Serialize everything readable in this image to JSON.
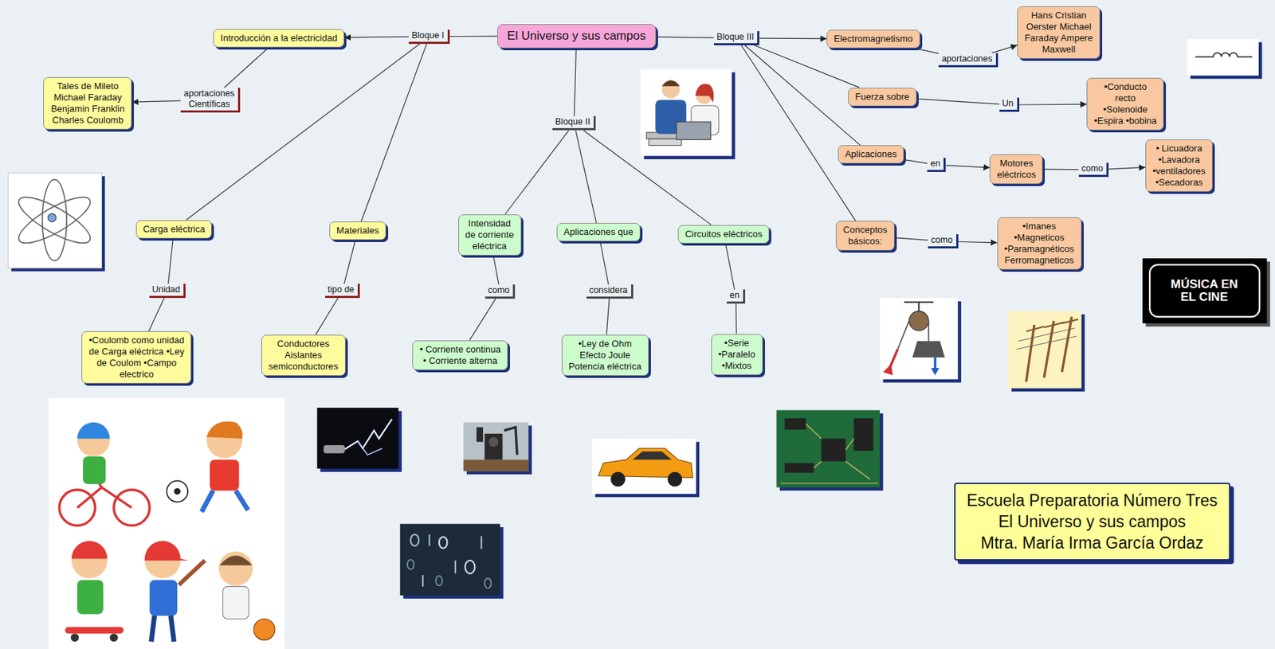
{
  "diagram": {
    "nodes": [
      {
        "text": [
          "El Universo y sus campos"
        ]
      },
      {
        "text": [
          "Bloque I"
        ]
      },
      {
        "text": [
          "Introducción a la electricidad"
        ]
      },
      {
        "text": [
          "aportaciones Científicas"
        ]
      },
      {
        "text": [
          "Tales de Mileto Michael Faraday Benjamin Franklin Charles Coulomb"
        ]
      },
      {
        "text": [
          "Carga eléctrica"
        ]
      },
      {
        "text": [
          "Unidad"
        ]
      },
      {
        "text": [
          "•Coulomb como unidad de Carga eléctrica •Ley de Coulom •Campo electrico"
        ]
      },
      {
        "text": [
          "Materiales"
        ]
      },
      {
        "text": [
          "tipo de"
        ]
      },
      {
        "text": [
          "Conductores Aislantes semiconductores"
        ]
      },
      {
        "text": [
          "Bloque II"
        ]
      },
      {
        "text": [
          "Intensidad de corriente eléctrica"
        ]
      },
      {
        "text": [
          "como"
        ]
      },
      {
        "text": [
          "• Corriente continua • Corriente alterna"
        ]
      },
      {
        "text": [
          "Aplicaciones que"
        ]
      },
      {
        "text": [
          "considera"
        ]
      },
      {
        "text": [
          "•Ley de Ohm Efecto Joule Potencia eléctrica"
        ]
      },
      {
        "text": [
          "Circuitos eléctricos"
        ]
      },
      {
        "text": [
          "en"
        ]
      },
      {
        "text": [
          "•Serie •Paralelo •Mixtos"
        ]
      },
      {
        "text": [
          "Bloque III"
        ]
      },
      {
        "text": [
          "Electromagnetismo"
        ]
      },
      {
        "text": [
          "aportaciones"
        ]
      },
      {
        "text": [
          "Hans Cristian Oerster Michael Faraday Ampere Maxwell"
        ]
      },
      {
        "text": [
          "Fuerza sobre"
        ]
      },
      {
        "text": [
          "Un"
        ]
      },
      {
        "text": [
          "•Conducto recto •Solenoide •Espira •bobina"
        ]
      },
      {
        "text": [
          "Aplicaciones"
        ]
      },
      {
        "text": [
          "en"
        ]
      },
      {
        "text": [
          "Motores eléctricos"
        ]
      },
      {
        "text": [
          "como"
        ]
      },
      {
        "text": [
          "• Licuadora •Lavadora •ventiladores •Secadoras"
        ]
      },
      {
        "text": [
          "Conceptos básicos:"
        ]
      },
      {
        "text": [
          "como"
        ]
      },
      {
        "text": [
          "•Imanes •Magneticos •Paramagnéticos Ferromagneticos"
        ]
      },
      {
        "text": [
          "Escuela Preparatoria Número Tres",
          "El Universo y sus campos",
          "Mtra. María Irma García Ordaz"
        ]
      }
    ],
    "edges": [
      {
        "from": 0,
        "to": 1,
        "arrow": "none"
      },
      {
        "from": 1,
        "to": 2,
        "arrow": "to"
      },
      {
        "from": 1,
        "to": 5,
        "arrow": "none"
      },
      {
        "from": 1,
        "to": 8,
        "arrow": "none"
      },
      {
        "from": 2,
        "to": 3,
        "arrow": "none"
      },
      {
        "from": 3,
        "to": 4,
        "arrow": "to"
      },
      {
        "from": 5,
        "to": 6,
        "arrow": "none"
      },
      {
        "from": 6,
        "to": 7,
        "arrow": "none"
      },
      {
        "from": 8,
        "to": 9,
        "arrow": "none"
      },
      {
        "from": 9,
        "to": 10,
        "arrow": "none"
      },
      {
        "from": 0,
        "to": 11,
        "arrow": "none"
      },
      {
        "from": 11,
        "to": 12,
        "arrow": "none"
      },
      {
        "from": 11,
        "to": 15,
        "arrow": "none"
      },
      {
        "from": 11,
        "to": 18,
        "arrow": "none"
      },
      {
        "from": 12,
        "to": 13,
        "arrow": "none"
      },
      {
        "from": 13,
        "to": 14,
        "arrow": "none"
      },
      {
        "from": 15,
        "to": 16,
        "arrow": "none"
      },
      {
        "from": 16,
        "to": 17,
        "arrow": "none"
      },
      {
        "from": 18,
        "to": 19,
        "arrow": "none"
      },
      {
        "from": 19,
        "to": 20,
        "arrow": "none"
      },
      {
        "from": 0,
        "to": 21,
        "arrow": "none"
      },
      {
        "from": 21,
        "to": 22,
        "arrow": "to"
      },
      {
        "from": 22,
        "to": 23,
        "arrow": "none"
      },
      {
        "from": 23,
        "to": 24,
        "arrow": "to"
      },
      {
        "from": 21,
        "to": 25,
        "arrow": "none"
      },
      {
        "from": 25,
        "to": 26,
        "arrow": "none"
      },
      {
        "from": 26,
        "to": 27,
        "arrow": "to"
      },
      {
        "from": 21,
        "to": 28,
        "arrow": "none"
      },
      {
        "from": 28,
        "to": 29,
        "arrow": "none"
      },
      {
        "from": 29,
        "to": 30,
        "arrow": "to"
      },
      {
        "from": 30,
        "to": 31,
        "arrow": "none"
      },
      {
        "from": 31,
        "to": 32,
        "arrow": "to"
      },
      {
        "from": 21,
        "to": 33,
        "arrow": "none"
      },
      {
        "from": 33,
        "to": 34,
        "arrow": "none"
      },
      {
        "from": 34,
        "to": 35,
        "arrow": "to"
      }
    ],
    "labels": [
      "MÚSICA EN EL CINE"
    ]
  }
}
